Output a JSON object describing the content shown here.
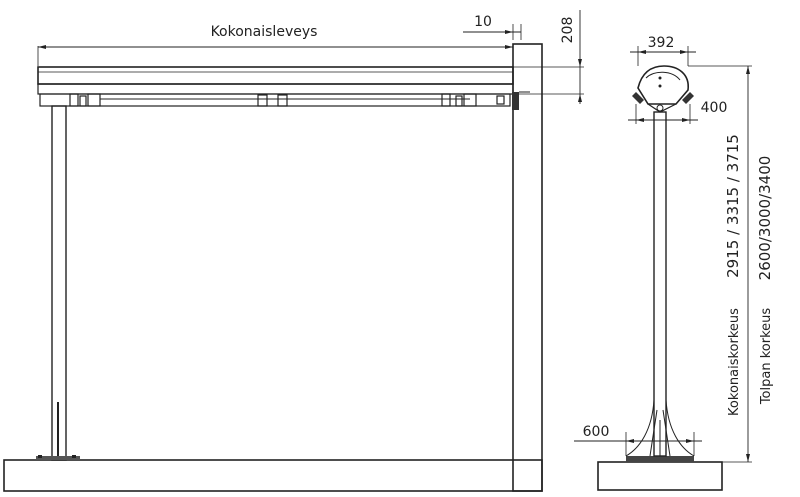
{
  "front_view": {
    "total_width_label": "Kokonaisleveys",
    "offset_value": "10",
    "cassette_height_value": "208"
  },
  "side_view": {
    "cassette_width_value": "392",
    "mount_depth_value": "400",
    "total_height_label": "Kokonaiskorkeus",
    "total_height_values": "2915 / 3315 / 3715",
    "post_height_label": "Tolpan korkeus",
    "post_height_values": "2600/3000/3400",
    "base_width_value": "600"
  },
  "colors": {
    "line": "#222222",
    "fill": "#ffffff"
  }
}
